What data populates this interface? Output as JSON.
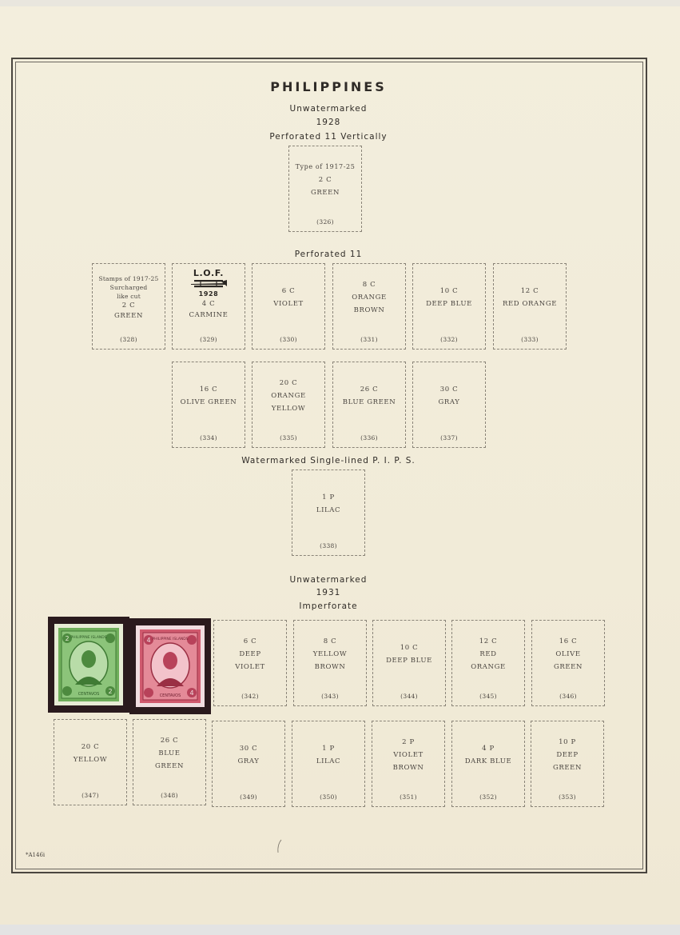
{
  "header": {
    "title": "PHILIPPINES",
    "line1": "Unwatermarked",
    "line2": "1928",
    "line3": "Perforated 11 Vertically"
  },
  "section_perf11": "Perforated 11",
  "section_watermarked": "Watermarked Single-lined P. I. P. S.",
  "section_1931": {
    "line1": "Unwatermarked",
    "line2": "1931",
    "line3": "Imperforate"
  },
  "spaces": {
    "s326": {
      "lines": [
        "Type of 1917-25",
        "2 C",
        "GREEN"
      ],
      "number": "(326)"
    },
    "s328": {
      "lines": [
        "Stamps of 1917-25",
        "Surcharged",
        "like cut",
        "2 C",
        "GREEN"
      ],
      "number": "(328)"
    },
    "s329": {
      "overprint": "L.O.F.",
      "overprint_year": "1928",
      "lines": [
        "4 C",
        "CARMINE"
      ],
      "number": "(329)"
    },
    "s330": {
      "lines": [
        "6 C",
        "VIOLET"
      ],
      "number": "(330)"
    },
    "s331": {
      "lines": [
        "8 C",
        "ORANGE",
        "BROWN"
      ],
      "number": "(331)"
    },
    "s332": {
      "lines": [
        "10 C",
        "DEEP BLUE"
      ],
      "number": "(332)"
    },
    "s333": {
      "lines": [
        "12 C",
        "RED ORANGE"
      ],
      "number": "(333)"
    },
    "s334": {
      "lines": [
        "16 C",
        "OLIVE GREEN"
      ],
      "number": "(334)"
    },
    "s335": {
      "lines": [
        "20 C",
        "ORANGE",
        "YELLOW"
      ],
      "number": "(335)"
    },
    "s336": {
      "lines": [
        "26 C",
        "BLUE GREEN"
      ],
      "number": "(336)"
    },
    "s337": {
      "lines": [
        "30 C",
        "GRAY"
      ],
      "number": "(337)"
    },
    "s338": {
      "lines": [
        "1 P",
        "LILAC"
      ],
      "number": "(338)"
    },
    "s342": {
      "lines": [
        "6 C",
        "DEEP",
        "VIOLET"
      ],
      "number": "(342)"
    },
    "s343": {
      "lines": [
        "8 C",
        "YELLOW",
        "BROWN"
      ],
      "number": "(343)"
    },
    "s344": {
      "lines": [
        "10 C",
        "DEEP BLUE"
      ],
      "number": "(344)"
    },
    "s345": {
      "lines": [
        "12 C",
        "RED",
        "ORANGE"
      ],
      "number": "(345)"
    },
    "s346": {
      "lines": [
        "16 C",
        "OLIVE",
        "GREEN"
      ],
      "number": "(346)"
    },
    "s347": {
      "lines": [
        "20 C",
        "YELLOW"
      ],
      "number": "(347)"
    },
    "s348": {
      "lines": [
        "26 C",
        "BLUE",
        "GREEN"
      ],
      "number": "(348)"
    },
    "s349": {
      "lines": [
        "30 C",
        "GRAY"
      ],
      "number": "(349)"
    },
    "s350": {
      "lines": [
        "1 P",
        "LILAC"
      ],
      "number": "(350)"
    },
    "s351": {
      "lines": [
        "2 P",
        "VIOLET",
        "BROWN"
      ],
      "number": "(351)"
    },
    "s352": {
      "lines": [
        "4 P",
        "DARK BLUE"
      ],
      "number": "(352)"
    },
    "s353": {
      "lines": [
        "10 P",
        "DEEP",
        "GREEN"
      ],
      "number": "(353)"
    }
  },
  "stamps": {
    "green": {
      "text": "PHILIPPINE ISLANDS",
      "value": "2",
      "bottom": "CENTAVOS",
      "color": "#5a9a48"
    },
    "red": {
      "text": "PHILIPPINE ISLANDS",
      "value": "4",
      "bottom": "CENTAVOS",
      "color": "#c8445a"
    }
  },
  "footer_code": "*A146i",
  "colors": {
    "paper": "#f1ebd9",
    "mount": "#2a1a1d"
  }
}
